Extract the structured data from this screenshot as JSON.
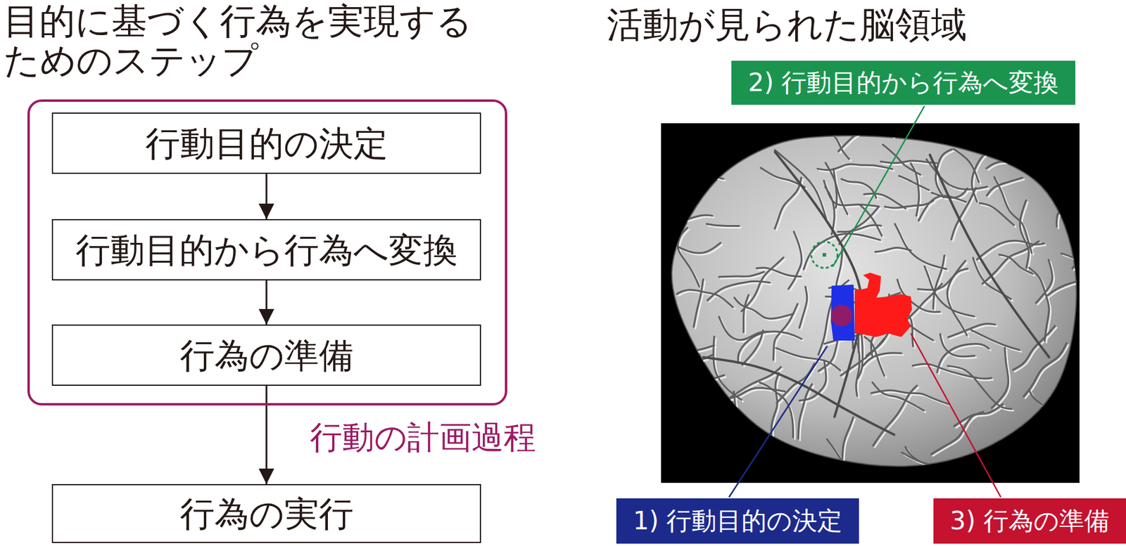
{
  "diagram": {
    "title": "目的に基づく行為を実現する ためのステップ",
    "nodes": [
      {
        "text": [
          "行動の計画過程"
        ]
      },
      {
        "text": [
          "行動目的の決定"
        ],
        "in": 0
      },
      {
        "text": [
          "行動目的から行為へ変換"
        ],
        "in": 0
      },
      {
        "text": [
          "行為の準備"
        ],
        "in": 0
      },
      {
        "text": [
          "行為の実行"
        ]
      },
      {
        "text": [
          "2) 行動目的から行為へ変換"
        ]
      },
      {
        "text": [
          "1) 行動目的の決定"
        ]
      },
      {
        "text": [
          "3) 行為の準備"
        ]
      }
    ],
    "edges": [
      {
        "from": 1,
        "to": 2,
        "arrow": "to"
      },
      {
        "from": 2,
        "to": 3,
        "arrow": "to"
      },
      {
        "from": 3,
        "to": 4,
        "arrow": "to"
      }
    ],
    "labels": [
      "活動が見られた脳領域"
    ]
  }
}
